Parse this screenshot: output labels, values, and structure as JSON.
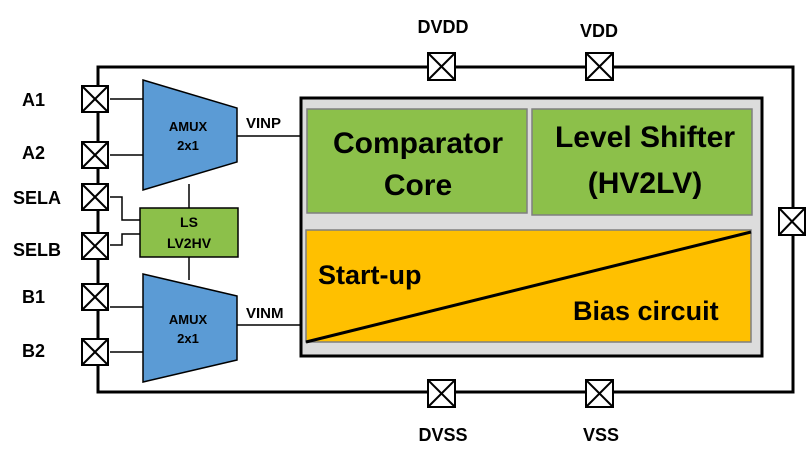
{
  "pins": {
    "a1": "A1",
    "a2": "A2",
    "sela": "SELA",
    "selb": "SELB",
    "b1": "B1",
    "b2": "B2",
    "dvdd": "DVDD",
    "vdd": "VDD",
    "dvss": "DVSS",
    "vss": "VSS"
  },
  "amux_top": {
    "line1": "AMUX",
    "line2": "2x1"
  },
  "amux_bottom": {
    "line1": "AMUX",
    "line2": "2x1"
  },
  "level_shifter_small": {
    "line1": "LS",
    "line2": "LV2HV"
  },
  "signals": {
    "vinp": "VINP",
    "vinm": "VINM"
  },
  "comparator_core": {
    "line1": "Comparator",
    "line2": "Core"
  },
  "level_shifter": {
    "line1": "Level Shifter",
    "line2": "(HV2LV)"
  },
  "startup_bias": {
    "startup": "Start-up",
    "bias": "Bias circuit"
  },
  "colors": {
    "amux_fill": "#5b9bd5",
    "ls_fill": "#8cc04a",
    "block_fill": "#8cc04a",
    "startup_fill": "#ffc000",
    "inner_panel": "#dcdcdc"
  }
}
